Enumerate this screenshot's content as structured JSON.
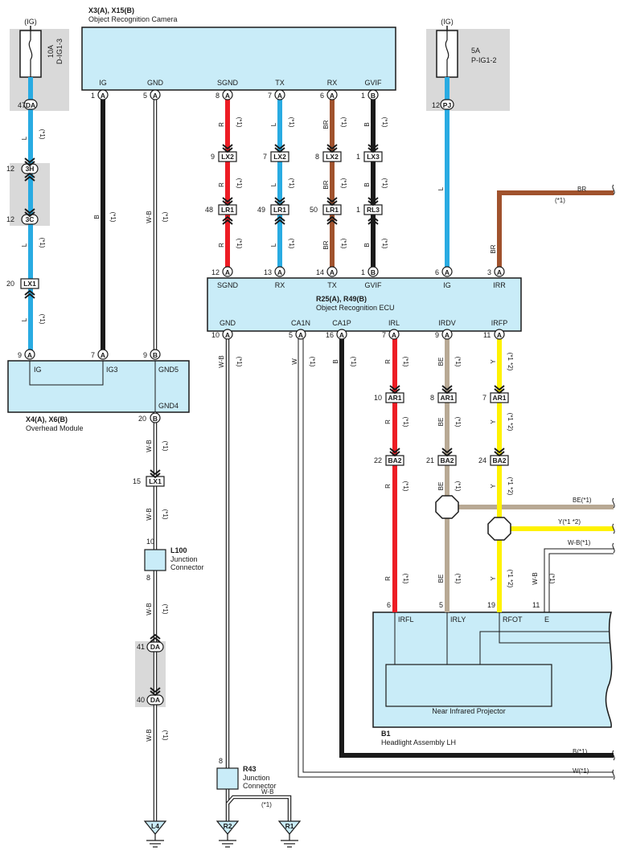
{
  "fuses": {
    "left": {
      "supply": "(IG)",
      "rating": "10A",
      "name": "D-IG1-3",
      "pin": "47",
      "connector": "DA"
    },
    "right": {
      "supply": "(IG)",
      "rating": "5A",
      "name": "P-IG1-2",
      "pin": "12",
      "connector": "PJ"
    }
  },
  "camera": {
    "id": "X3(A), X15(B)",
    "name": "Object Recognition Camera",
    "terminals": [
      {
        "signal": "IG",
        "pin": "1",
        "conn": "A"
      },
      {
        "signal": "GND",
        "pin": "5",
        "conn": "A"
      },
      {
        "signal": "SGND",
        "pin": "8",
        "conn": "A"
      },
      {
        "signal": "TX",
        "pin": "7",
        "conn": "A"
      },
      {
        "signal": "RX",
        "pin": "6",
        "conn": "A"
      },
      {
        "signal": "GVIF",
        "pin": "1",
        "conn": "B"
      }
    ]
  },
  "ecu": {
    "id": "R25(A), R49(B)",
    "name": "Object Recognition ECU",
    "top_terminals": [
      {
        "signal": "SGND",
        "pin": "12",
        "conn": "A"
      },
      {
        "signal": "RX",
        "pin": "13",
        "conn": "A"
      },
      {
        "signal": "TX",
        "pin": "14",
        "conn": "A"
      },
      {
        "signal": "GVIF",
        "pin": "1",
        "conn": "B"
      },
      {
        "signal": "IG",
        "pin": "6",
        "conn": "A"
      },
      {
        "signal": "IRR",
        "pin": "3",
        "conn": "A"
      }
    ],
    "bottom_terminals": [
      {
        "signal": "GND",
        "pin": "10",
        "conn": "A"
      },
      {
        "signal": "CA1N",
        "pin": "5",
        "conn": "A"
      },
      {
        "signal": "CA1P",
        "pin": "16",
        "conn": "A"
      },
      {
        "signal": "IRL",
        "pin": "7",
        "conn": "A"
      },
      {
        "signal": "IRDV",
        "pin": "9",
        "conn": "A"
      },
      {
        "signal": "IRFP",
        "pin": "11",
        "conn": "A"
      }
    ]
  },
  "overhead": {
    "id": "X4(A), X6(B)",
    "name": "Overhead Module",
    "terminals": [
      {
        "signal": "IG",
        "pin": "9",
        "conn": "A"
      },
      {
        "signal": "IG3",
        "pin": "7",
        "conn": "A"
      },
      {
        "signal": "GND5",
        "pin": "9",
        "conn": "B"
      },
      {
        "signal": "GND4",
        "pin": "20",
        "conn": "B"
      }
    ]
  },
  "headlight": {
    "id": "B1",
    "name": "Headlight Assembly LH",
    "inner": "Near Infrared Projector",
    "terminals": [
      {
        "signal": "IRFL",
        "pin": "6"
      },
      {
        "signal": "IRLY",
        "pin": "5"
      },
      {
        "signal": "RFOT",
        "pin": "19"
      },
      {
        "signal": "E",
        "pin": "11"
      }
    ]
  },
  "junctions": {
    "l100": {
      "id": "L100",
      "name1": "Junction",
      "name2": "Connector",
      "pin_in": "10",
      "pin_out": "8"
    },
    "r43": {
      "id": "R43",
      "name1": "Junction",
      "name2": "Connector",
      "pin_in": "8"
    }
  },
  "inline_connectors": {
    "c3h": {
      "pin": "12",
      "id": "3H"
    },
    "c3c": {
      "pin": "12",
      "id": "3C"
    },
    "lx1_left": {
      "pin": "20",
      "id": "LX1"
    },
    "lx1_low": {
      "pin": "15",
      "id": "LX1"
    },
    "da41": {
      "pin": "41",
      "id": "DA"
    },
    "da40": {
      "pin": "40",
      "id": "DA"
    },
    "sgnd_lx2": {
      "pin": "9",
      "id": "LX2"
    },
    "tx_lx2": {
      "pin": "7",
      "id": "LX2"
    },
    "rx_lx2": {
      "pin": "8",
      "id": "LX2"
    },
    "gvif_lx3": {
      "pin": "1",
      "id": "LX3"
    },
    "sgnd_lr1": {
      "pin": "48",
      "id": "LR1"
    },
    "tx_lr1": {
      "pin": "49",
      "id": "LR1"
    },
    "rx_lr1": {
      "pin": "50",
      "id": "LR1"
    },
    "gvif_rl3": {
      "pin": "1",
      "id": "RL3"
    },
    "irl_ar1": {
      "pin": "10",
      "id": "AR1"
    },
    "irdv_ar1": {
      "pin": "8",
      "id": "AR1"
    },
    "irfp_ar1": {
      "pin": "7",
      "id": "AR1"
    },
    "irl_ba2": {
      "pin": "22",
      "id": "BA2"
    },
    "irdv_ba2": {
      "pin": "21",
      "id": "BA2"
    },
    "irfp_ba2": {
      "pin": "24",
      "id": "BA2"
    }
  },
  "grounds": {
    "l4": "L4",
    "r2": "R2",
    "r1": "R1"
  },
  "wire_colors": {
    "L": "L",
    "B": "B",
    "WB": "W-B",
    "R": "R",
    "BR": "BR",
    "BE": "BE",
    "Y": "Y",
    "W": "W"
  },
  "notes": {
    "s1": "(*1)",
    "s12": "(*1 *2)"
  },
  "right_edge": {
    "br": "BR",
    "br_note": "(*1)",
    "be": "BE(*1)",
    "y": "Y(*1 *2)",
    "wb": "W-B(*1)",
    "b": "B(*1)",
    "w": "W(*1)"
  },
  "r43_out": {
    "color": "W-B",
    "note": "(*1)"
  },
  "colors": {
    "blue": "#29abe2",
    "red": "#ed1c24",
    "brown": "#a0522d",
    "black": "#1a1a1a",
    "beige": "#b8a994",
    "yellow": "#fff200",
    "box": "#c9ecf8",
    "shade": "#d9d9d9"
  }
}
